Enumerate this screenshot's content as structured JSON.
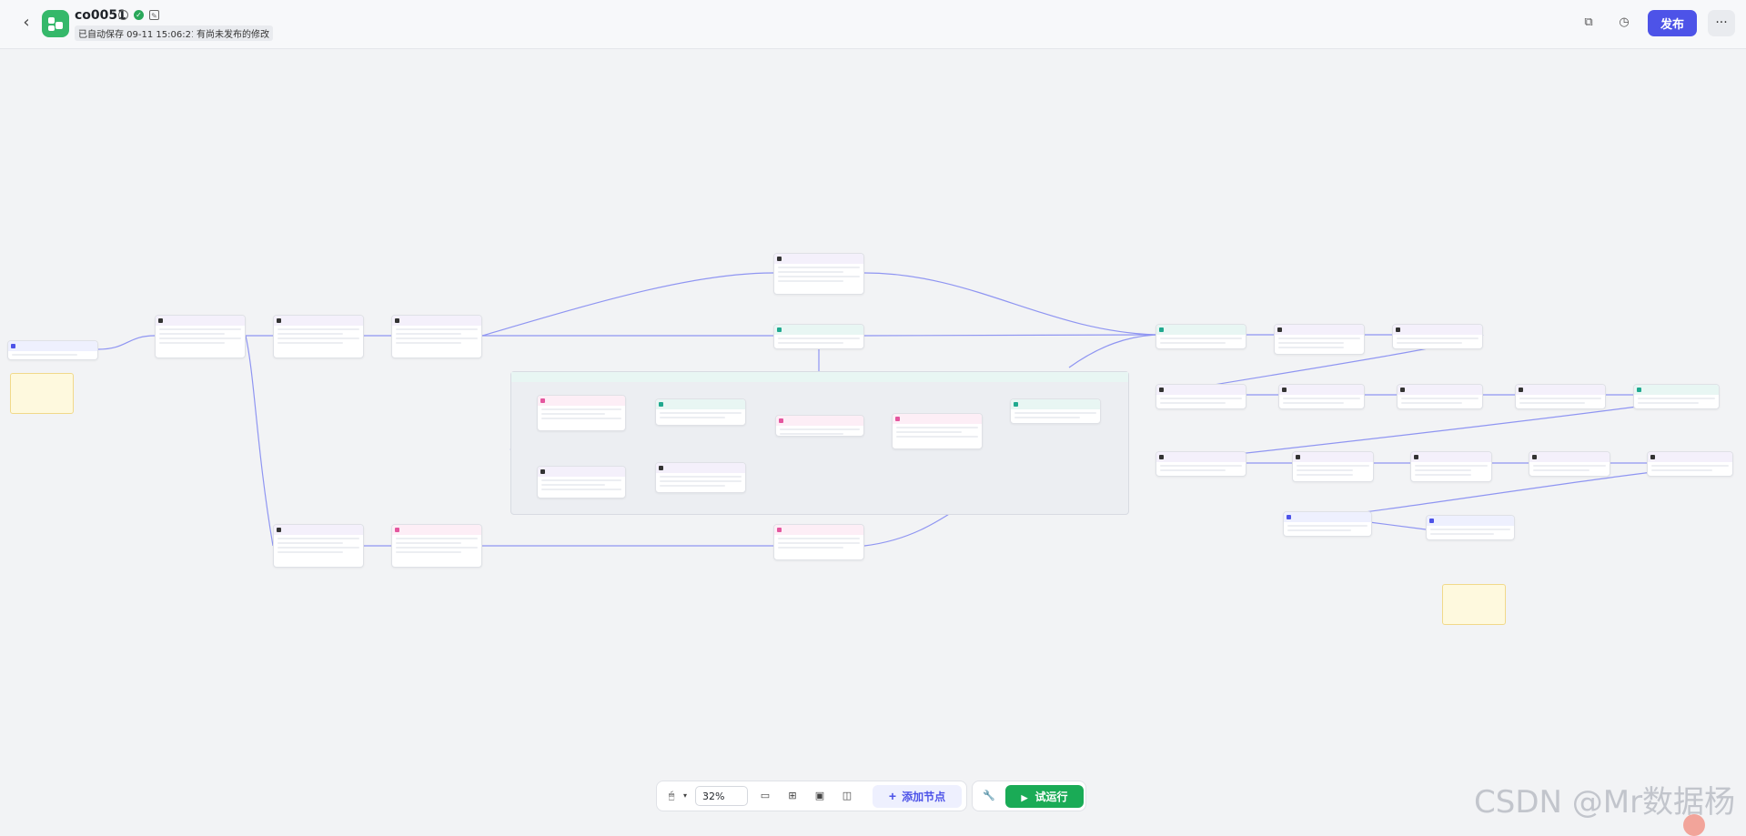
{
  "header": {
    "back_icon": "back-arrow-icon",
    "title": "co0051",
    "save_status": "已自动保存 09-11 15:06:21",
    "unpublished": "有尚未发布的修改",
    "publish_label": "发布",
    "more_label": "···"
  },
  "toolbar": {
    "zoom_value": "32%",
    "add_node_label": "添加节点",
    "test_run_label": "试运行"
  },
  "watermark": "CSDN @Mr数据杨",
  "colors": {
    "accent": "#4d53e8",
    "run_green": "#1aab56",
    "logo_green": "#35b86a"
  }
}
